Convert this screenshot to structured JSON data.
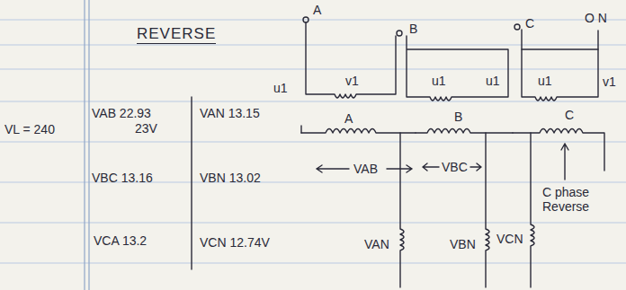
{
  "diagram": {
    "title": "REVERSE",
    "labels": [
      "A",
      "B",
      "C",
      "O N",
      "u1",
      "v1",
      "u1",
      "u1",
      "u1",
      "v1",
      "VL = 240",
      "VAB 22.93",
      "23V",
      "VAN 13.15",
      "VBC 13.16",
      "VBN 13.02",
      "VCA 13.2",
      "VCN 12.74V",
      "A",
      "B",
      "C",
      "VAB",
      "VBC",
      "C phase Reverse",
      "VAN",
      "VBN",
      "VCN"
    ]
  }
}
